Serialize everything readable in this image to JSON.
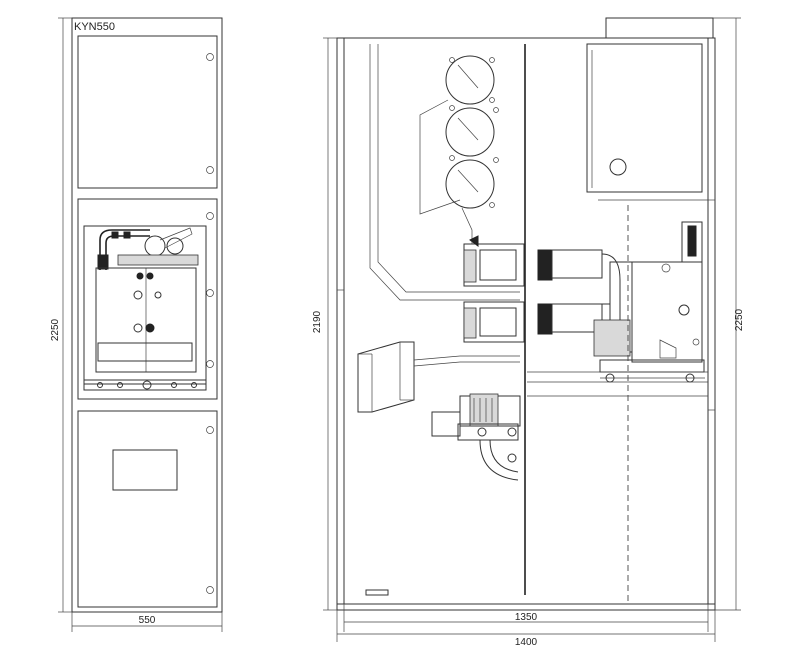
{
  "model": "KYN550",
  "dimensions": {
    "front_height": "2250",
    "front_width": "550",
    "side_height_inner": "2190",
    "side_height_right": "2250",
    "side_width_inner": "1350",
    "side_width_outer": "1400"
  }
}
